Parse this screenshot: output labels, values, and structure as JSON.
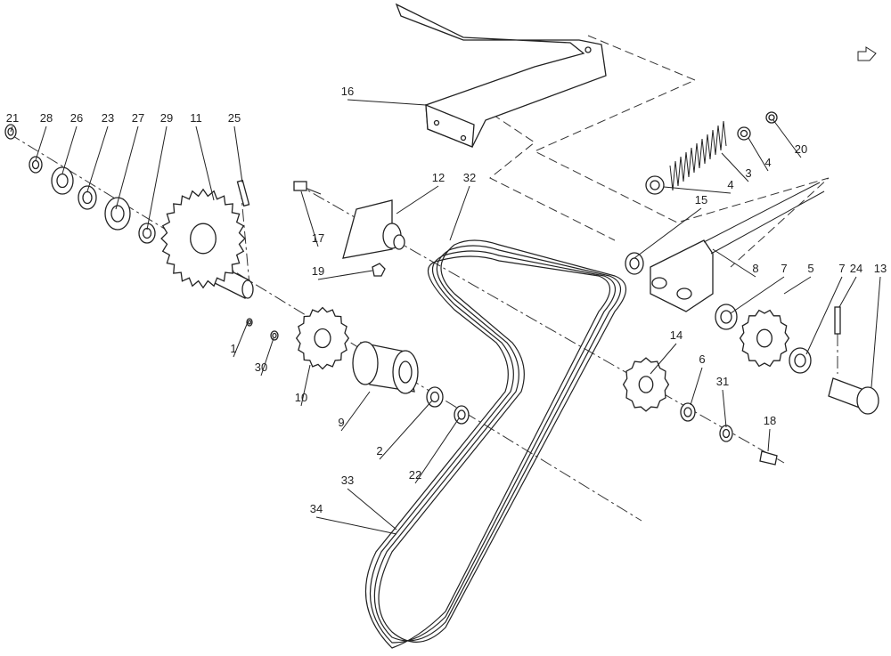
{
  "callouts": {
    "c21": "21",
    "c28": "28",
    "c26": "26",
    "c23": "23",
    "c27": "27",
    "c29": "29",
    "c11": "11",
    "c25": "25",
    "c16": "16",
    "c12": "12",
    "c32": "32",
    "c17": "17",
    "c19": "19",
    "c20": "20",
    "c3": "3",
    "c4a": "4",
    "c4b": "4",
    "c15": "15",
    "c8": "8",
    "c7a": "7",
    "c5": "5",
    "c7b": "7",
    "c24": "24",
    "c13": "13",
    "c1": "1",
    "c30": "30",
    "c10": "10",
    "c9": "9",
    "c14": "14",
    "c6": "6",
    "c31": "31",
    "c18": "18",
    "c2": "2",
    "c22": "22",
    "c33": "33",
    "c34": "34"
  },
  "icons": {
    "nav": "forward-arrow-icon"
  }
}
